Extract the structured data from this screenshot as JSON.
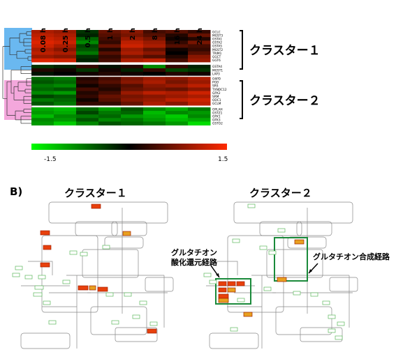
{
  "panel_a": {
    "chart_data": {
      "type": "heatmap",
      "x": [
        "0.08 h",
        "0.25 h",
        "0.5 h",
        "1 h",
        "2 h",
        "8 h",
        "16 h",
        "24 h"
      ],
      "y": [
        "GCLC",
        "MGST3",
        "GSTA1",
        "GSTA2",
        "GSTA5",
        "MGST2",
        "TRIM1",
        "GGCT",
        "GGT6",
        "GSTA4",
        "MGST1",
        "LAP3",
        "G6PD",
        "PGD",
        "SRS",
        "TXNDC12",
        "GPX2",
        "SRM",
        "ODC1",
        "GCLM",
        "OPLAH",
        "GSTZ1",
        "GPX1",
        "GPX3",
        "GSTO2"
      ],
      "values": [
        [
          1.0,
          0.9,
          -0.3,
          0.6,
          0.8,
          0.4,
          0.5,
          0.3
        ],
        [
          1.1,
          1.0,
          -0.2,
          0.5,
          0.7,
          0.5,
          0.2,
          0.6
        ],
        [
          1.2,
          1.1,
          -0.6,
          0.4,
          0.9,
          0.7,
          0.1,
          0.2
        ],
        [
          1.3,
          1.2,
          -0.8,
          0.3,
          1.1,
          0.9,
          0.3,
          0.7
        ],
        [
          1.2,
          1.0,
          -0.4,
          0.6,
          1.2,
          1.0,
          0.5,
          0.4
        ],
        [
          1.0,
          0.8,
          -0.5,
          0.2,
          0.9,
          0.6,
          0.1,
          0.3
        ],
        [
          1.1,
          1.0,
          -0.7,
          0.5,
          1.0,
          0.8,
          0.0,
          0.5
        ],
        [
          0.9,
          0.8,
          -0.3,
          0.3,
          0.7,
          0.5,
          0.2,
          0.8
        ],
        [
          1.3,
          1.2,
          -0.2,
          0.4,
          1.0,
          1.1,
          0.4,
          0.9
        ],
        [
          -0.3,
          -0.2,
          0.3,
          -0.1,
          0.2,
          -0.8,
          0.3,
          -0.2
        ],
        [
          0.2,
          0.1,
          -0.3,
          0.1,
          -0.2,
          0.3,
          -0.4,
          -0.3
        ],
        [
          -0.1,
          0.0,
          0.1,
          0.2,
          0.1,
          0.0,
          0.2,
          0.1
        ],
        [
          -0.6,
          -0.7,
          0.2,
          0.4,
          0.7,
          0.9,
          0.8,
          1.0
        ],
        [
          -0.5,
          -0.6,
          0.3,
          0.5,
          0.8,
          1.0,
          0.7,
          0.9
        ],
        [
          -0.7,
          -0.8,
          0.1,
          0.3,
          0.5,
          0.8,
          0.9,
          1.1
        ],
        [
          -0.6,
          -0.5,
          0.4,
          0.2,
          0.6,
          0.7,
          0.6,
          0.8
        ],
        [
          -0.8,
          -0.9,
          0.2,
          0.4,
          0.9,
          1.1,
          1.0,
          1.2
        ],
        [
          -0.4,
          -0.5,
          0.3,
          0.6,
          0.7,
          0.8,
          0.9,
          1.0
        ],
        [
          -0.7,
          -0.6,
          0.1,
          0.5,
          0.8,
          0.9,
          1.1,
          1.2
        ],
        [
          -0.5,
          -0.7,
          0.3,
          0.3,
          0.6,
          1.0,
          0.8,
          1.1
        ],
        [
          -1.0,
          -1.1,
          -0.6,
          -0.9,
          -0.5,
          -0.8,
          -1.0,
          -0.7
        ],
        [
          -0.9,
          -1.0,
          -0.4,
          -0.7,
          -0.6,
          -1.1,
          -0.8,
          -0.9
        ],
        [
          -1.1,
          -0.8,
          -0.7,
          -0.6,
          -0.9,
          -1.0,
          -1.2,
          -0.8
        ],
        [
          -0.8,
          -0.9,
          -0.5,
          -0.8,
          -0.7,
          -0.9,
          -1.1,
          -1.0
        ],
        [
          -0.9,
          -1.2,
          -0.8,
          -0.5,
          -0.6,
          -0.7,
          -0.9,
          -1.3
        ]
      ],
      "color_scale": {
        "min": -1.5,
        "max": 1.5,
        "low_color": "#00ff00",
        "mid_color": "#000000",
        "high_color": "#ff2a00"
      },
      "colorbar_min_label": "-1.5",
      "colorbar_max_label": "1.5",
      "cluster_1": {
        "label": "クラスター１",
        "highlight_color": "#6ab8f0"
      },
      "cluster_2": {
        "label": "クラスター２",
        "highlight_color": "#f4a7dc"
      }
    }
  },
  "panel_b": {
    "label": "B)",
    "left_title": "クラスター１",
    "right_title": "クラスター２",
    "annotation_oxidation_line1": "グルタチオン",
    "annotation_oxidation_line2": "酸化還元経路",
    "annotation_synthesis": "グルタチオン合成経路",
    "box_colors": {
      "upregulated": "#e8400c",
      "moderate": "#e8a020",
      "unchanged": "#5cb85c"
    },
    "highlight_color": "#1a8a3a"
  }
}
